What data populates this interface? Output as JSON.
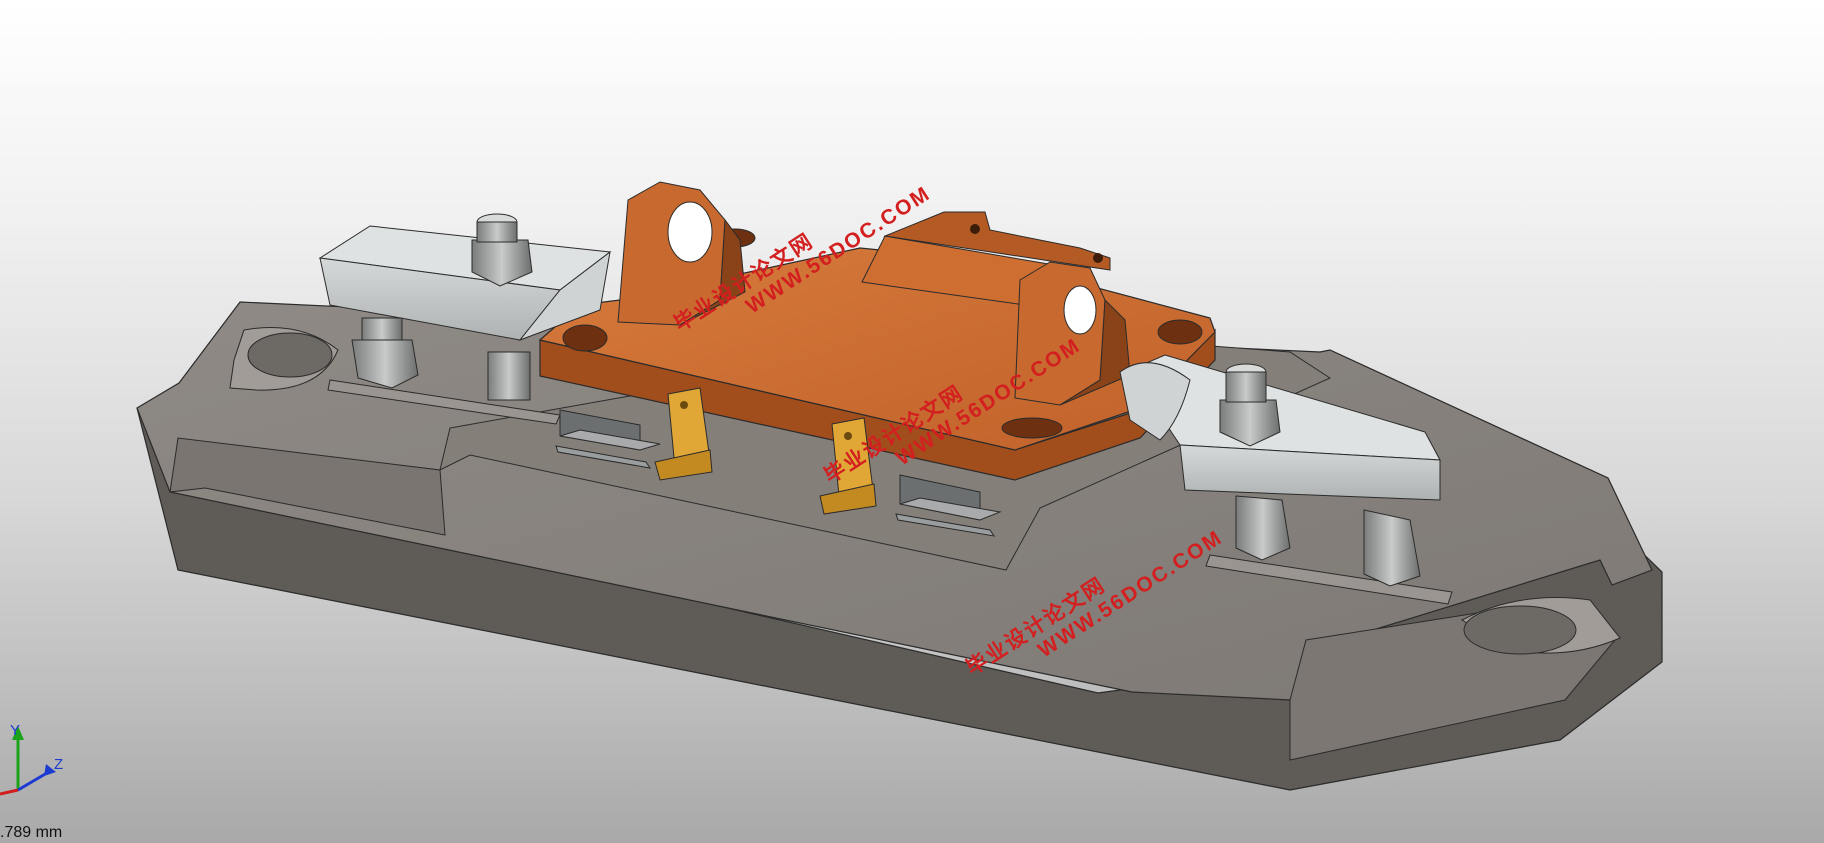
{
  "viewport": {
    "background_top": "#ffffff",
    "background_bottom": "#a9a9a9"
  },
  "model": {
    "base_color": "#8a8580",
    "fixture_plate_color": "#c96a2f",
    "clamp_color": "#b9bdbd",
    "locator_color": "#d9a12b"
  },
  "watermarks": [
    {
      "chinese": "毕业设计论文网",
      "url": "WWW.56DOC.COM"
    },
    {
      "chinese": "毕业设计论文网",
      "url": "WWW.56DOC.COM"
    },
    {
      "chinese": "毕业设计论文网",
      "url": "WWW.56DOC.COM"
    }
  ],
  "triad": {
    "y_label": "Y",
    "z_label": "Z",
    "icon": "coordinate-triad-icon"
  },
  "scale_readout": ".789 mm"
}
